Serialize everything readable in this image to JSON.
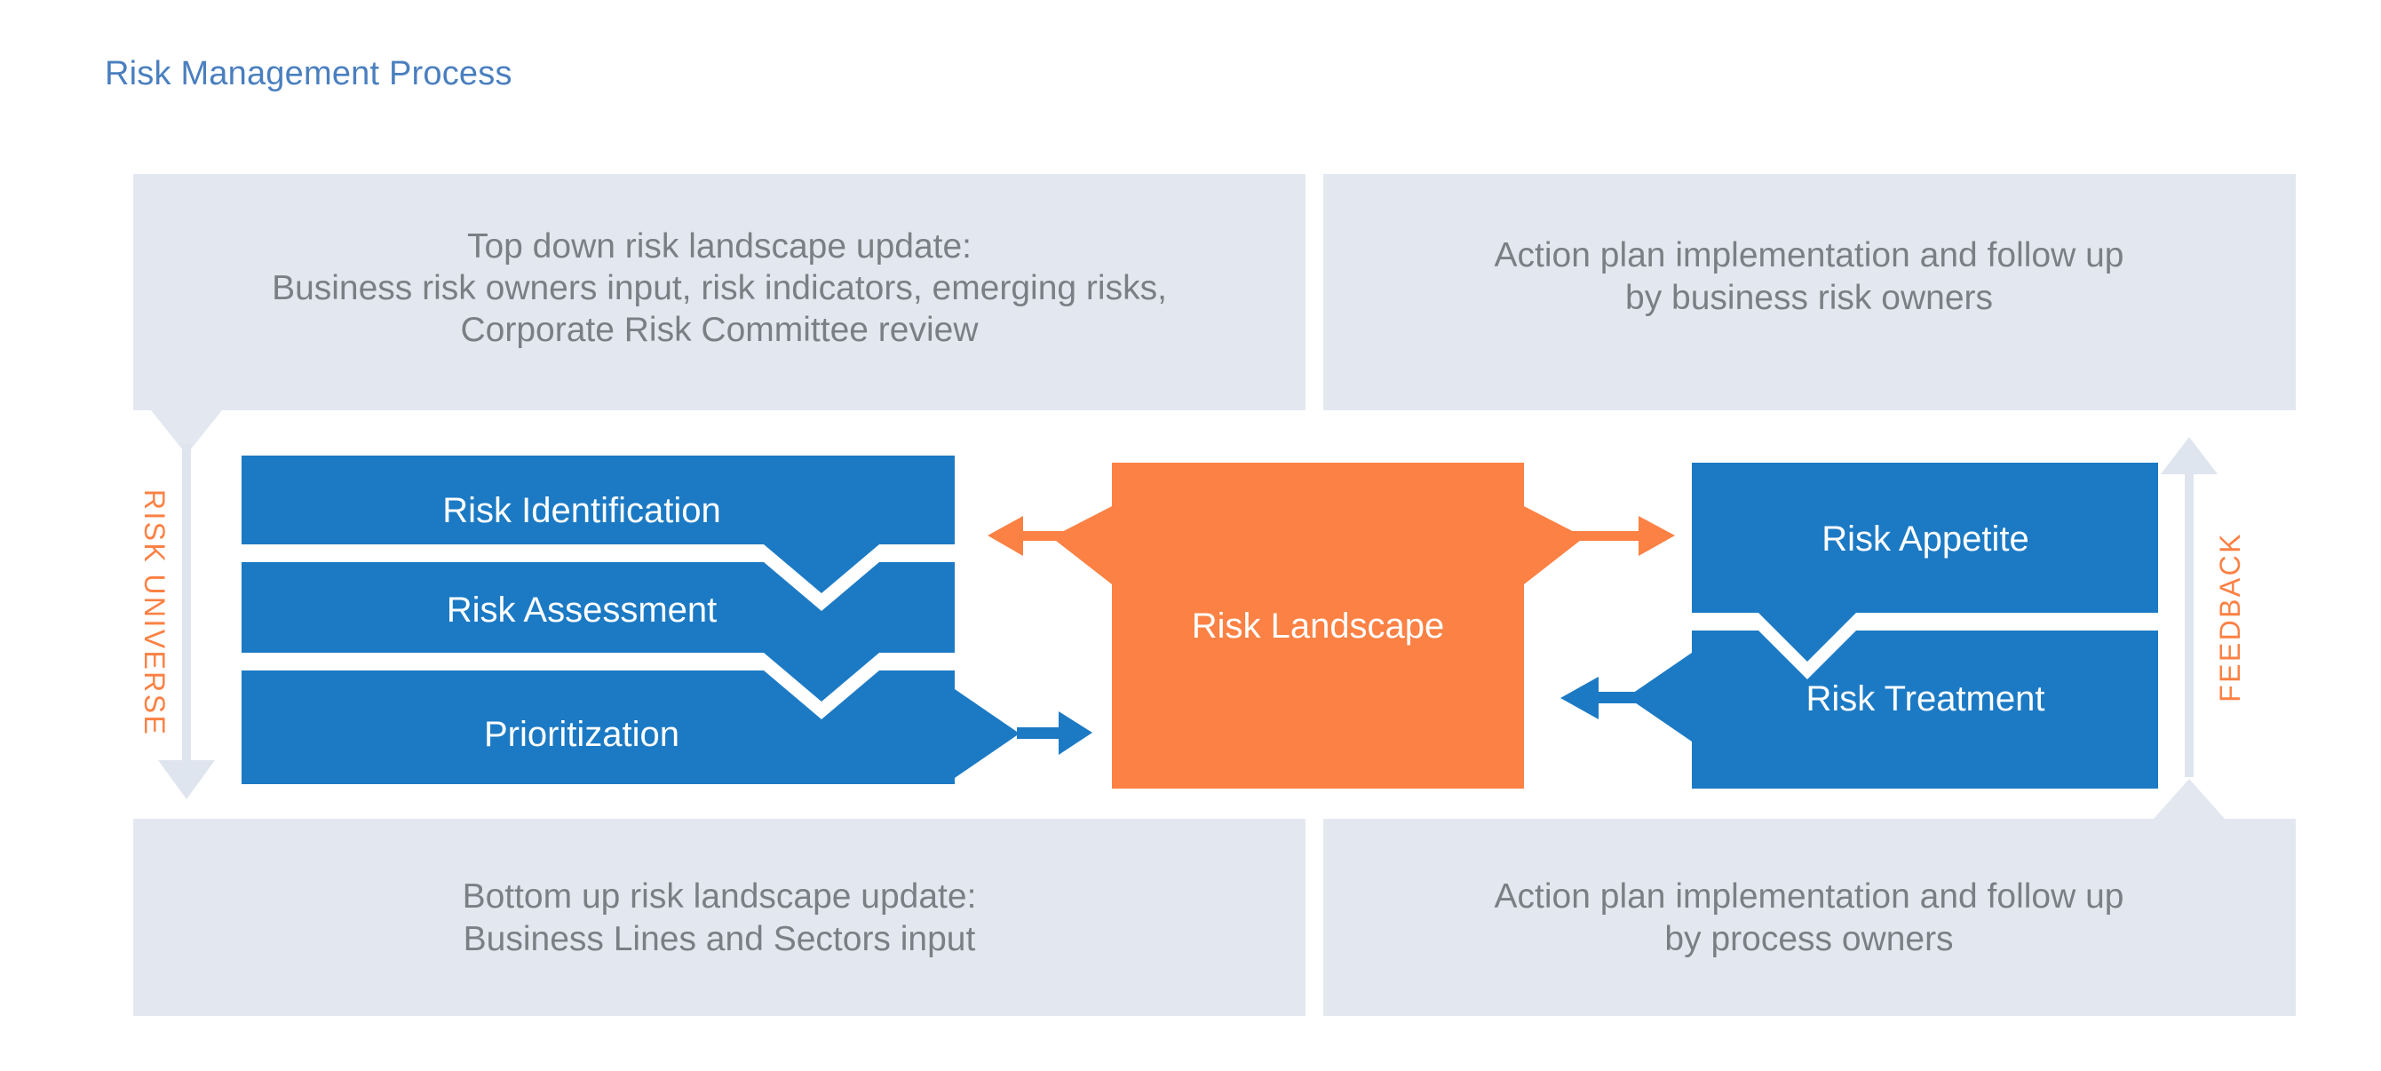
{
  "title": "Risk Management Process",
  "colors": {
    "title_blue": "#4a7fbf",
    "panel_gray": "#e3e8f0",
    "panel_text_gray": "#7b7f85",
    "process_blue": "#1c7ac4",
    "accent_orange": "#fb8144",
    "arrow_gray": "#dfe5ee",
    "white": "#ffffff"
  },
  "panels": {
    "top_left": {
      "lines": [
        "Top down risk landscape update:",
        "Business risk owners input, risk indicators, emerging risks,",
        "Corporate Risk Committee review"
      ]
    },
    "top_right": {
      "lines": [
        "Action plan implementation and follow up",
        "by business risk owners"
      ]
    },
    "bottom_left": {
      "lines": [
        "Bottom up risk landscape update:",
        "Business Lines and Sectors input"
      ]
    },
    "bottom_right": {
      "lines": [
        "Action plan implementation and follow up",
        "by process owners"
      ]
    }
  },
  "side_labels": {
    "left": "RISK UNIVERSE",
    "right": "FEEDBACK"
  },
  "left_stack": [
    {
      "label": "Risk Identification"
    },
    {
      "label": "Risk Assessment"
    },
    {
      "label": "Prioritization"
    }
  ],
  "center": {
    "label": "Risk Landscape"
  },
  "right_stack": [
    {
      "label": "Risk Appetite"
    },
    {
      "label": "Risk Treatment"
    }
  ]
}
